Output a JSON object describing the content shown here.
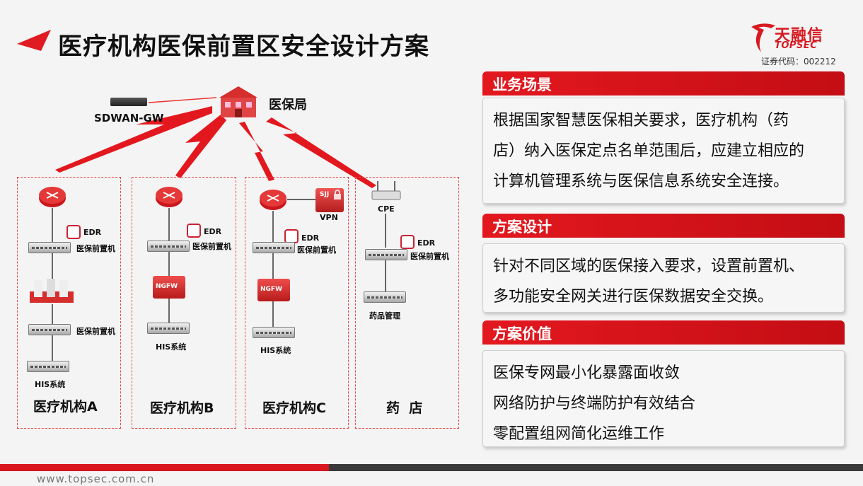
{
  "title": "医疗机构医保前置区安全设计方案",
  "logo": {
    "cn": "天融信",
    "en": "TOPSEC",
    "code": "证券代码：002212"
  },
  "diagram": {
    "center_label": "医保局",
    "gateway_label": "SDWAN-GW",
    "zone_a": {
      "label": "医疗机构A",
      "edr": "EDR",
      "front1": "医保前置机",
      "front2": "医保前置机",
      "his": "HIS系统"
    },
    "zone_b": {
      "label": "医疗机构B",
      "edr": "EDR",
      "front": "医保前置机",
      "ngfw": "NGFW",
      "his": "HIS系统"
    },
    "zone_c": {
      "label": "医疗机构C",
      "edr": "EDR",
      "front": "医保前置机",
      "ngfw": "NGFW",
      "vpn": "VPN",
      "sjj": "SJJ",
      "his": "HIS系统"
    },
    "zone_d": {
      "label": "药  店",
      "cpe": "CPE",
      "edr": "EDR",
      "front": "医保前置机",
      "drug": "药品管理"
    }
  },
  "panels": {
    "scenario": {
      "heading": "业务场景",
      "lines": [
        "根据国家智慧医保相关要求，医疗机构（药",
        "店）纳入医保定点名单范围后，应建立相应的",
        "计算机管理系统与医保信息系统安全连接。"
      ]
    },
    "design": {
      "heading": "方案设计",
      "lines": [
        "针对不同区域的医保接入要求，设置前置机、",
        "多功能安全网关进行医保数据安全交换。"
      ]
    },
    "value": {
      "heading": "方案价值",
      "lines": [
        "医保专网最小化暴露面收敛",
        "网络防护与终端防护有效结合",
        "零配置组网简化运维工作"
      ]
    }
  },
  "footer": {
    "url": "www.topsec.com.cn"
  },
  "colors": {
    "brand_red": "#d71921",
    "dark": "#3a3a3a"
  }
}
